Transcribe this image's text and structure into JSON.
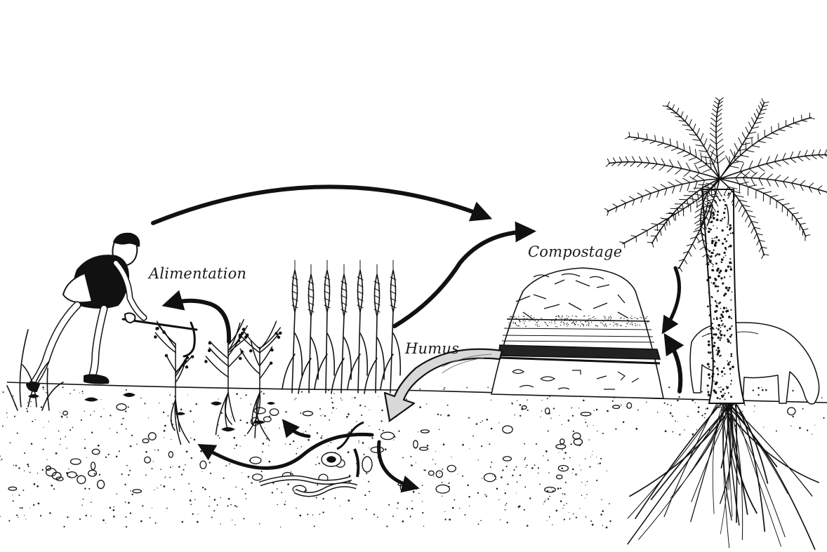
{
  "labels": {
    "alimentation": "Alimentation",
    "compostage": "Compostage",
    "humus": "Humus"
  },
  "colors": {
    "ink": "#111111",
    "paper": "#ffffff",
    "humus_arrow_fill": "#d8d8d8"
  },
  "elements": [
    "farmer-with-hoe",
    "small-crop-plants",
    "wheat-stalks",
    "compost-heap",
    "date-palm-tree",
    "grazing-sheep",
    "soil-organisms",
    "nutrient-cycle-arrows"
  ]
}
